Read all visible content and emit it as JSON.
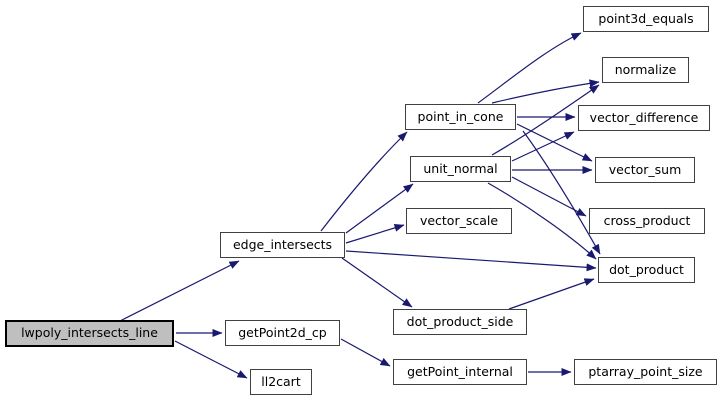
{
  "diagram": {
    "type": "call-graph",
    "root_function": "lwpoly_intersects_line",
    "colors": {
      "background": "#ffffff",
      "arrow": "#191970",
      "node_fill": "#ffffff",
      "node_border": "#404040",
      "root_node_fill": "#bfbfbf",
      "root_node_border": "#000000",
      "text": "#000000"
    },
    "nodes": [
      {
        "id": "lwpoly_intersects_line",
        "label": "lwpoly_intersects_line",
        "role": "root"
      },
      {
        "id": "edge_intersects",
        "label": "edge_intersects",
        "role": "callee"
      },
      {
        "id": "getPoint2d_cp",
        "label": "getPoint2d_cp",
        "role": "callee"
      },
      {
        "id": "ll2cart",
        "label": "ll2cart",
        "role": "callee"
      },
      {
        "id": "point_in_cone",
        "label": "point_in_cone",
        "role": "callee"
      },
      {
        "id": "unit_normal",
        "label": "unit_normal",
        "role": "callee"
      },
      {
        "id": "vector_scale",
        "label": "vector_scale",
        "role": "callee"
      },
      {
        "id": "dot_product_side",
        "label": "dot_product_side",
        "role": "callee"
      },
      {
        "id": "getPoint_internal",
        "label": "getPoint_internal",
        "role": "callee"
      },
      {
        "id": "point3d_equals",
        "label": "point3d_equals",
        "role": "callee"
      },
      {
        "id": "normalize",
        "label": "normalize",
        "role": "callee"
      },
      {
        "id": "vector_difference",
        "label": "vector_difference",
        "role": "callee"
      },
      {
        "id": "vector_sum",
        "label": "vector_sum",
        "role": "callee"
      },
      {
        "id": "cross_product",
        "label": "cross_product",
        "role": "callee"
      },
      {
        "id": "dot_product",
        "label": "dot_product",
        "role": "callee"
      },
      {
        "id": "ptarray_point_size",
        "label": "ptarray_point_size",
        "role": "callee"
      }
    ],
    "edges": [
      {
        "from": "lwpoly_intersects_line",
        "to": "edge_intersects"
      },
      {
        "from": "lwpoly_intersects_line",
        "to": "getPoint2d_cp"
      },
      {
        "from": "lwpoly_intersects_line",
        "to": "ll2cart"
      },
      {
        "from": "edge_intersects",
        "to": "point_in_cone"
      },
      {
        "from": "edge_intersects",
        "to": "unit_normal"
      },
      {
        "from": "edge_intersects",
        "to": "vector_scale"
      },
      {
        "from": "edge_intersects",
        "to": "dot_product"
      },
      {
        "from": "edge_intersects",
        "to": "dot_product_side"
      },
      {
        "from": "point_in_cone",
        "to": "point3d_equals"
      },
      {
        "from": "point_in_cone",
        "to": "normalize"
      },
      {
        "from": "point_in_cone",
        "to": "vector_difference"
      },
      {
        "from": "point_in_cone",
        "to": "vector_sum"
      },
      {
        "from": "point_in_cone",
        "to": "dot_product"
      },
      {
        "from": "unit_normal",
        "to": "normalize"
      },
      {
        "from": "unit_normal",
        "to": "vector_difference"
      },
      {
        "from": "unit_normal",
        "to": "vector_sum"
      },
      {
        "from": "unit_normal",
        "to": "cross_product"
      },
      {
        "from": "unit_normal",
        "to": "dot_product"
      },
      {
        "from": "dot_product_side",
        "to": "dot_product"
      },
      {
        "from": "getPoint2d_cp",
        "to": "getPoint_internal"
      },
      {
        "from": "getPoint_internal",
        "to": "ptarray_point_size"
      }
    ]
  }
}
